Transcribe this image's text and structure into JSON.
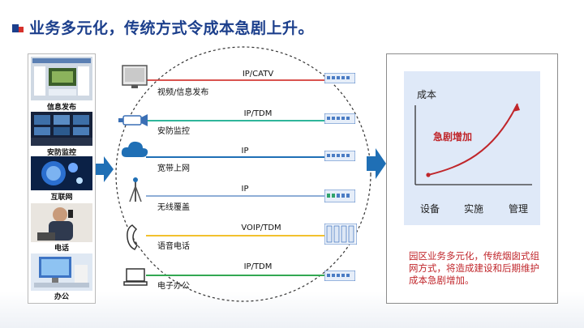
{
  "title": "业务多元化，传统方式令成本急剧上升。",
  "left_panel": {
    "items": [
      {
        "label": "信息发布"
      },
      {
        "label": "安防监控"
      },
      {
        "label": "互联网"
      },
      {
        "label": "电话"
      },
      {
        "label": "办公"
      }
    ]
  },
  "services": [
    {
      "name": "视频/信息发布",
      "protocol": "IP/CATV",
      "color": "#d9534f",
      "icon": "monitor-icon",
      "endpoint": "switch-icon"
    },
    {
      "name": "安防监控",
      "protocol": "IP/TDM",
      "color": "#2fb59a",
      "icon": "camera-icon",
      "endpoint": "switch-icon"
    },
    {
      "name": "宽带上网",
      "protocol": "IP",
      "color": "#1f6fb5",
      "icon": "cloud-icon",
      "endpoint": "switch-icon"
    },
    {
      "name": "无线覆盖",
      "protocol": "IP",
      "color": "#8faed6",
      "icon": "antenna-icon",
      "endpoint": "switch-icon"
    },
    {
      "name": "语音电话",
      "protocol": "VOIP/TDM",
      "color": "#f2c12e",
      "icon": "phone-icon",
      "endpoint": "pbx-icon"
    },
    {
      "name": "电子办公",
      "protocol": "IP/TDM",
      "color": "#32a852",
      "icon": "laptop-icon",
      "endpoint": "switch-icon"
    }
  ],
  "chart_data": {
    "type": "line",
    "ylabel": "成本",
    "categories": [
      "设备",
      "实施",
      "管理"
    ],
    "annotation": "急剧增加",
    "series_color": "#c0262b"
  },
  "note": "园区业务多元化，传统烟囱式组网方式，将造成建设和后期维护成本急剧增加。"
}
